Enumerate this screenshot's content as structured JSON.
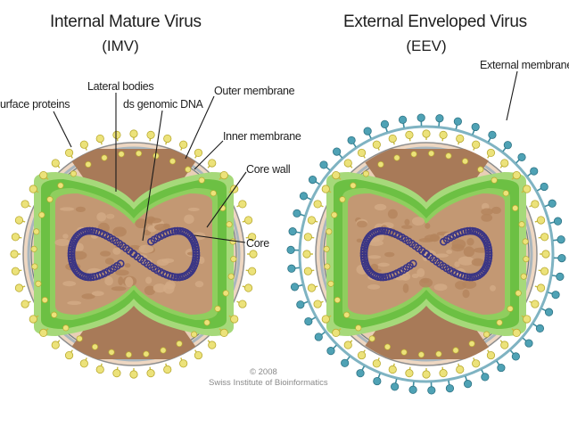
{
  "imv": {
    "title": "Internal Mature Virus",
    "abbr": "(IMV)",
    "labels": {
      "lateral_bodies": "Lateral bodies",
      "ds_dna": "ds genomic DNA",
      "outer_membrane": "Outer membrane",
      "surface_proteins": "urface proteins",
      "inner_membrane": "Inner membrane",
      "core_wall": "Core wall",
      "core": "Core"
    }
  },
  "eev": {
    "title": "External Enveloped Virus",
    "abbr": "(EEV)",
    "labels": {
      "external_membrane": "External membrane"
    }
  },
  "credit": {
    "year": "© 2008",
    "org": "Swiss Institute of Bioinformatics"
  },
  "colors": {
    "yellow_protein": "#ece27a",
    "blue_protein": "#4fa2b5",
    "green_core_wall": "#6cc043",
    "lateral_body": "#a87a58",
    "core_fill": "#c39873",
    "dna": "#3a3585"
  }
}
